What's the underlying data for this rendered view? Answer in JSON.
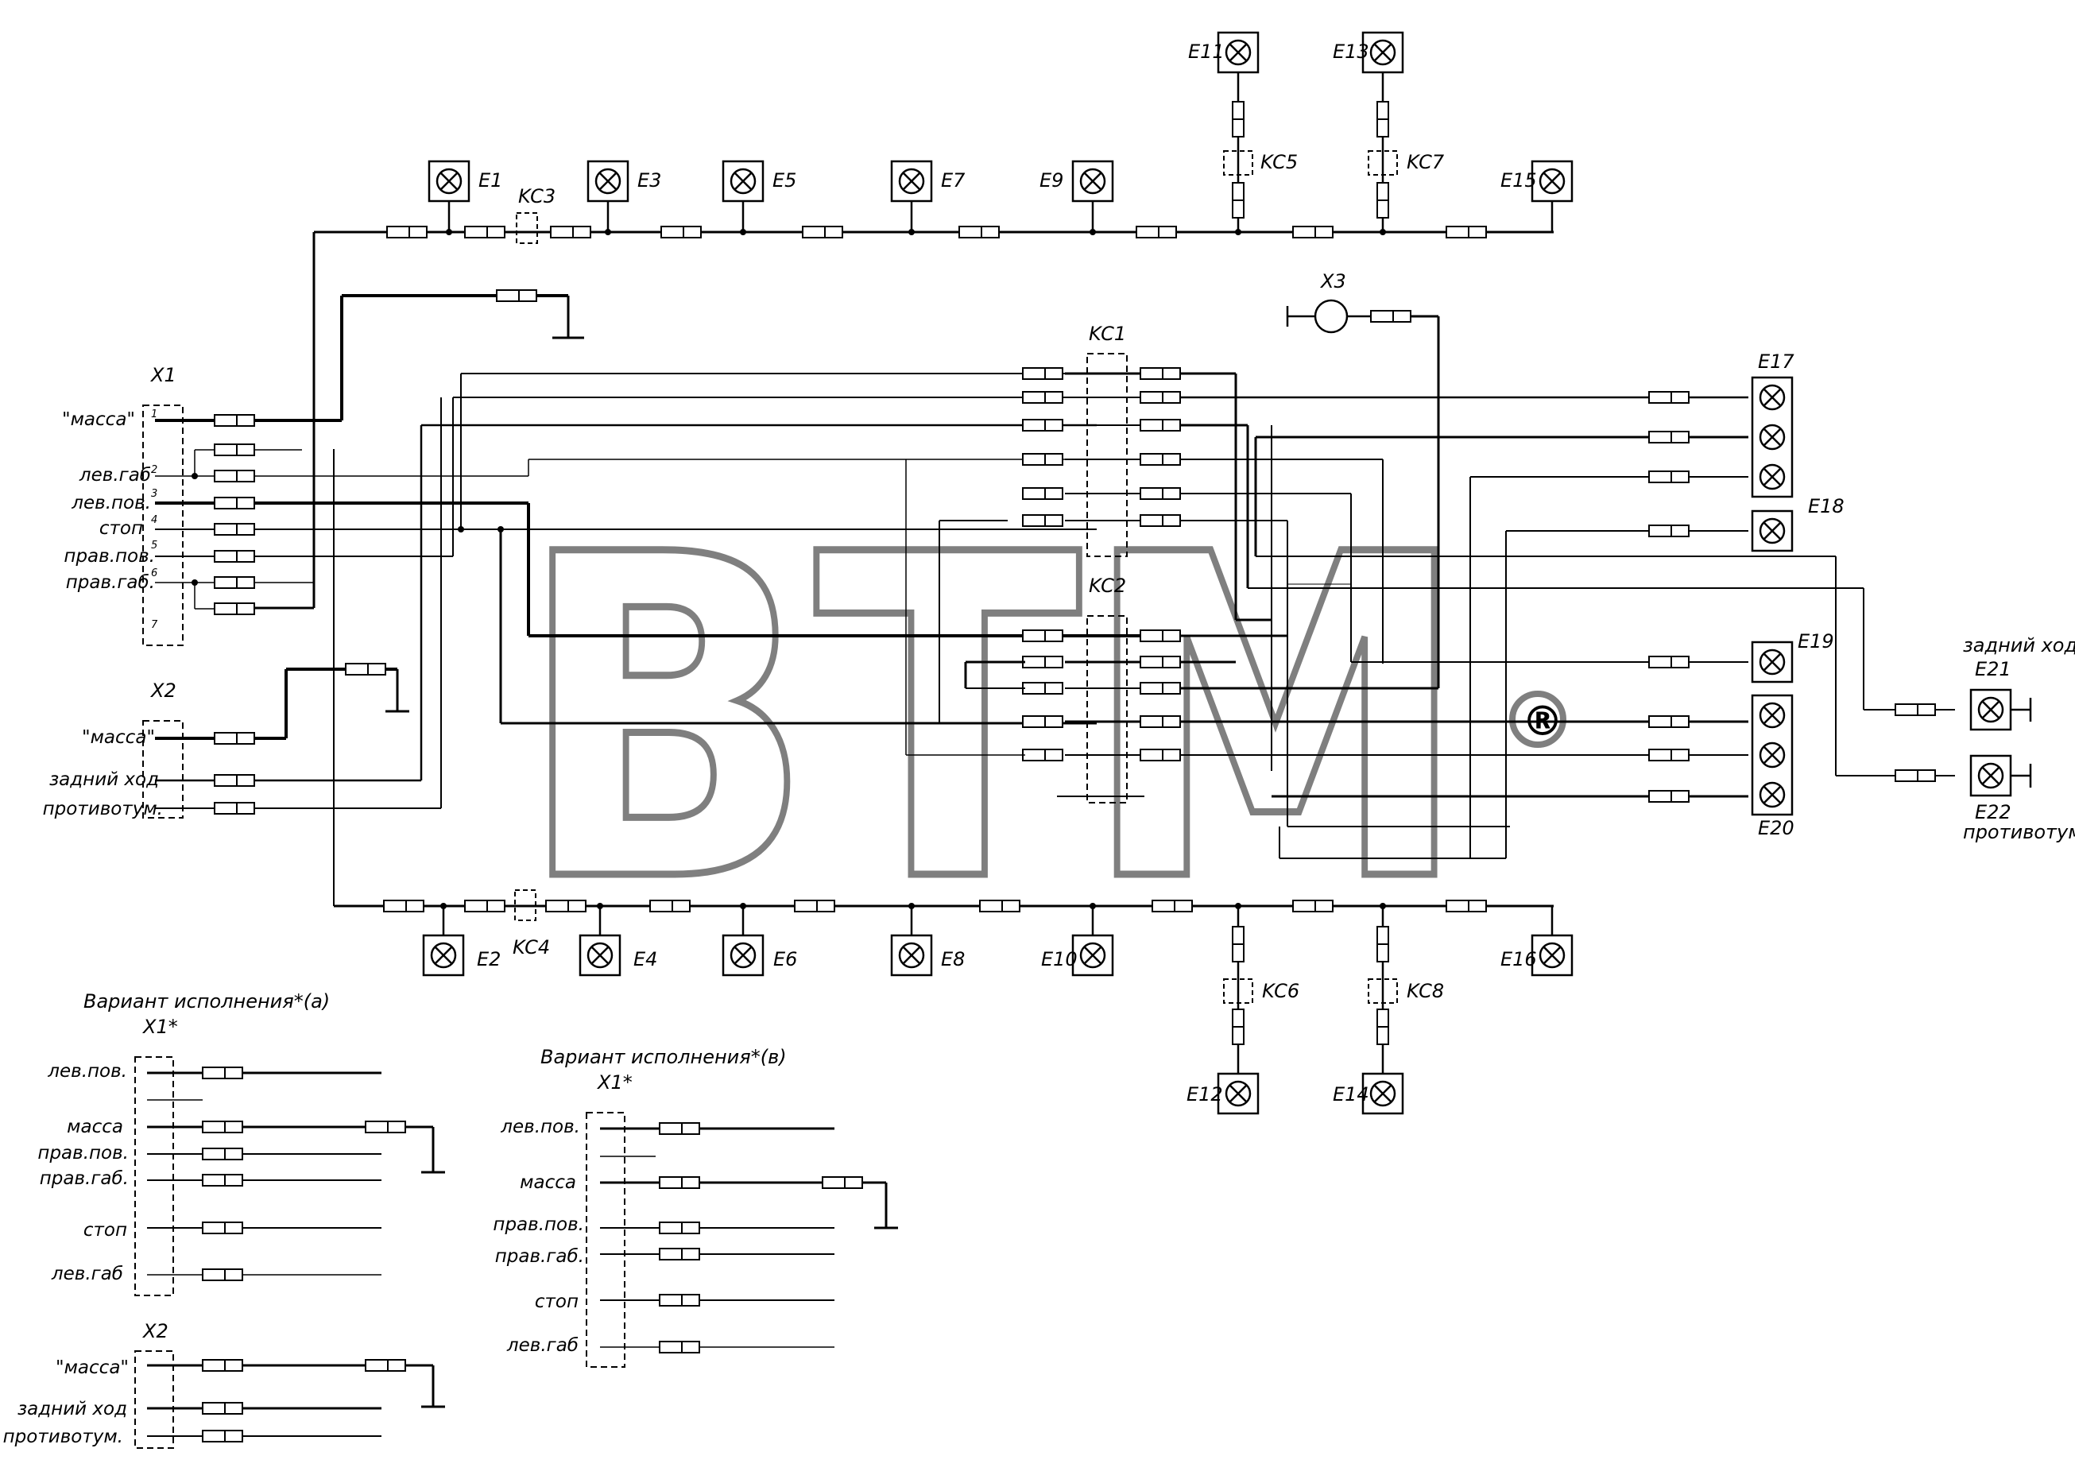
{
  "watermark": {
    "text": "BTM",
    "mark": "®"
  },
  "harness_main": {
    "x1": {
      "title": "X1",
      "labels": [
        "\"масса\"",
        "лев.габ",
        "лев.пов.",
        "стоп",
        "прав.пов.",
        "прав.габ."
      ],
      "pins": [
        "1",
        "2",
        "3",
        "4",
        "5",
        "6",
        "7"
      ]
    },
    "x2": {
      "title": "X2",
      "labels": [
        "\"масса\"",
        "задний ход",
        "противотум."
      ]
    },
    "x3": {
      "title": "X3"
    },
    "kc1": {
      "title": "KC1"
    },
    "kc2": {
      "title": "KC2"
    },
    "kc_top": [
      "KC3",
      "KC5",
      "KC7"
    ],
    "kc_bottom": [
      "KC4",
      "KC6",
      "KC8"
    ],
    "lamps_top": [
      "E1",
      "E3",
      "E5",
      "E7",
      "E9",
      "E15",
      "E11",
      "E13"
    ],
    "lamps_bottom": [
      "E2",
      "E4",
      "E6",
      "E8",
      "E10",
      "E16",
      "E12",
      "E14"
    ],
    "lamps_right": [
      "E17",
      "E18",
      "E19",
      "E20"
    ],
    "rear_lamps": {
      "e21": "E21",
      "e21_label": "задний ход",
      "e22": "E22",
      "e22_label": "противотум."
    }
  },
  "variant_a": {
    "title": "Вариант исполнения*(а)",
    "x1_title": "X1*",
    "x1_labels": [
      "лев.пов.",
      "масса",
      "прав.пов.",
      "прав.габ.",
      "стоп",
      "лев.габ"
    ],
    "x2_title": "X2",
    "x2_labels": [
      "\"масса\"",
      "задний ход",
      "противотум."
    ]
  },
  "variant_b": {
    "title": "Вариант исполнения*(в)",
    "x1_title": "X1*",
    "x1_labels": [
      "лев.пов.",
      "масса",
      "прав.пов.",
      "прав.габ.",
      "стоп",
      "лев.габ"
    ]
  },
  "colors": {
    "line": "#000000",
    "watermark": "#7f7f7f"
  }
}
